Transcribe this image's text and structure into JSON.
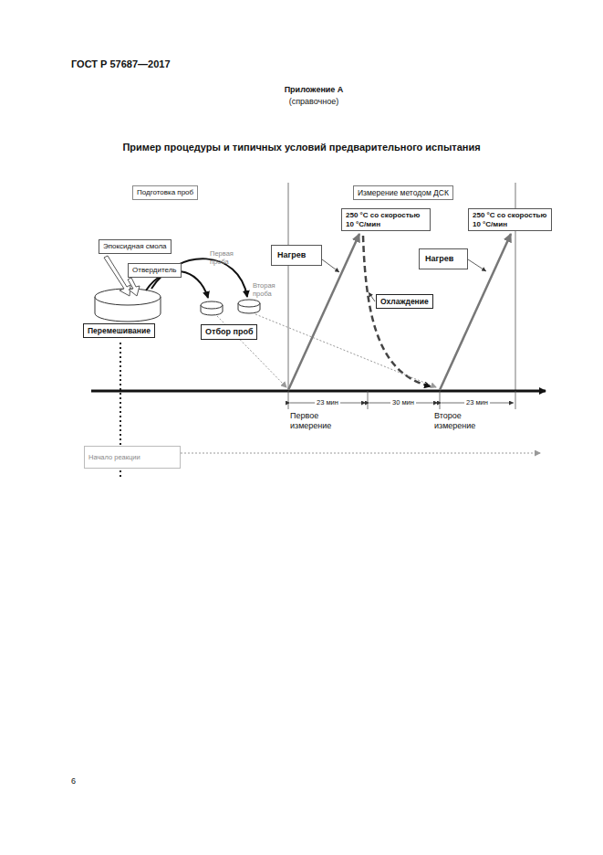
{
  "diagram": {
    "title": "Пример процедуры и типичных условий предварительного испытания",
    "nodes": [
      {
        "text": [
          "Подготовка проб"
        ]
      },
      {
        "text": [
          "Измерение методом ДСК"
        ]
      },
      {
        "text": [
          "250 °C со скоростью 10 °C/мин"
        ]
      },
      {
        "text": [
          "250 °C со скоростью 10 °C/мин"
        ]
      },
      {
        "text": [
          "Эпоксидная смола"
        ]
      },
      {
        "text": [
          "Нагрев"
        ]
      },
      {
        "text": [
          "Нагрев"
        ]
      },
      {
        "text": [
          "Отвердитель"
        ]
      },
      {
        "text": [
          "Охлаждение"
        ]
      },
      {
        "text": [
          "Перемешивание"
        ]
      },
      {
        "text": [
          "Отбор проб"
        ]
      },
      {
        "text": [
          "Начало реакции"
        ]
      }
    ],
    "labels": [
      "ГОСТ Р 57687—2017",
      "Приложение А",
      "(справочное)",
      "Первая проба",
      "Вторая проба",
      "23 мин",
      "30 мин",
      "23 мин",
      "Первое измерение",
      "Второе измерение",
      "6"
    ]
  }
}
